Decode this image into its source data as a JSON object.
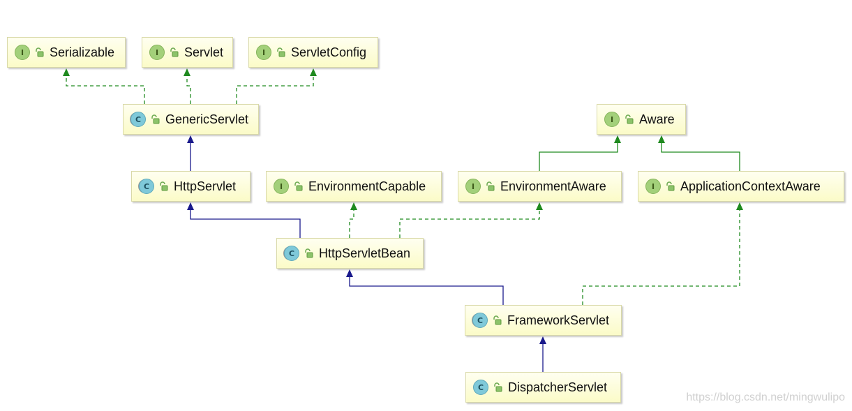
{
  "diagram": {
    "nodes": [
      {
        "id": "serializable",
        "kind": "I",
        "label": "Serializable"
      },
      {
        "id": "servlet",
        "kind": "I",
        "label": "Servlet"
      },
      {
        "id": "servletconfig",
        "kind": "I",
        "label": "ServletConfig"
      },
      {
        "id": "genericservlet",
        "kind": "C",
        "label": "GenericServlet"
      },
      {
        "id": "aware",
        "kind": "I",
        "label": "Aware"
      },
      {
        "id": "httpservlet",
        "kind": "C",
        "label": "HttpServlet"
      },
      {
        "id": "environmentcapable",
        "kind": "I",
        "label": "EnvironmentCapable"
      },
      {
        "id": "environmentaware",
        "kind": "I",
        "label": "EnvironmentAware"
      },
      {
        "id": "applicationcontextaware",
        "kind": "I",
        "label": "ApplicationContextAware"
      },
      {
        "id": "httpservletbean",
        "kind": "C",
        "label": "HttpServletBean"
      },
      {
        "id": "frameworkservlet",
        "kind": "C",
        "label": "FrameworkServlet"
      },
      {
        "id": "dispatcherservlet",
        "kind": "C",
        "label": "DispatcherServlet"
      }
    ],
    "edges": [
      {
        "from": "genericservlet",
        "to": "serializable",
        "type": "implements"
      },
      {
        "from": "genericservlet",
        "to": "servlet",
        "type": "implements"
      },
      {
        "from": "genericservlet",
        "to": "servletconfig",
        "type": "implements"
      },
      {
        "from": "httpservlet",
        "to": "genericservlet",
        "type": "extends"
      },
      {
        "from": "environmentaware",
        "to": "aware",
        "type": "interface-extends"
      },
      {
        "from": "applicationcontextaware",
        "to": "aware",
        "type": "interface-extends"
      },
      {
        "from": "httpservletbean",
        "to": "httpservlet",
        "type": "extends"
      },
      {
        "from": "httpservletbean",
        "to": "environmentcapable",
        "type": "implements"
      },
      {
        "from": "httpservletbean",
        "to": "environmentaware",
        "type": "implements"
      },
      {
        "from": "frameworkservlet",
        "to": "httpservletbean",
        "type": "extends"
      },
      {
        "from": "frameworkservlet",
        "to": "applicationcontextaware",
        "type": "implements"
      },
      {
        "from": "dispatcherservlet",
        "to": "frameworkservlet",
        "type": "extends"
      }
    ],
    "colors": {
      "extends": "#1a1a8c",
      "implements": "#1f8a1f",
      "interface-extends": "#1f8a1f"
    }
  },
  "watermark": "https://blog.csdn.net/mingwulipo"
}
